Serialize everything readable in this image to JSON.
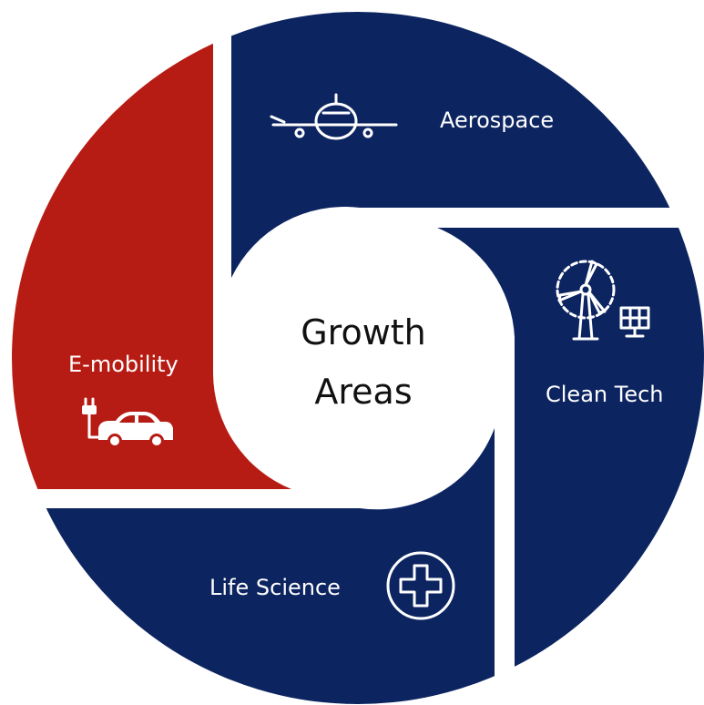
{
  "center": {
    "line1": "Growth",
    "line2": "Areas"
  },
  "segments": {
    "aerospace": {
      "label": "Aerospace",
      "color": "#0c2460",
      "icon": "airplane-icon"
    },
    "clean_tech": {
      "label": "Clean Tech",
      "color": "#0c2460",
      "icon": "wind-turbine-solar-panel-icon"
    },
    "life_science": {
      "label": "Life Science",
      "color": "#0c2460",
      "icon": "medical-cross-icon"
    },
    "e_mobility": {
      "label": "E-mobility",
      "color": "#b71c14",
      "icon": "electric-car-icon"
    }
  }
}
